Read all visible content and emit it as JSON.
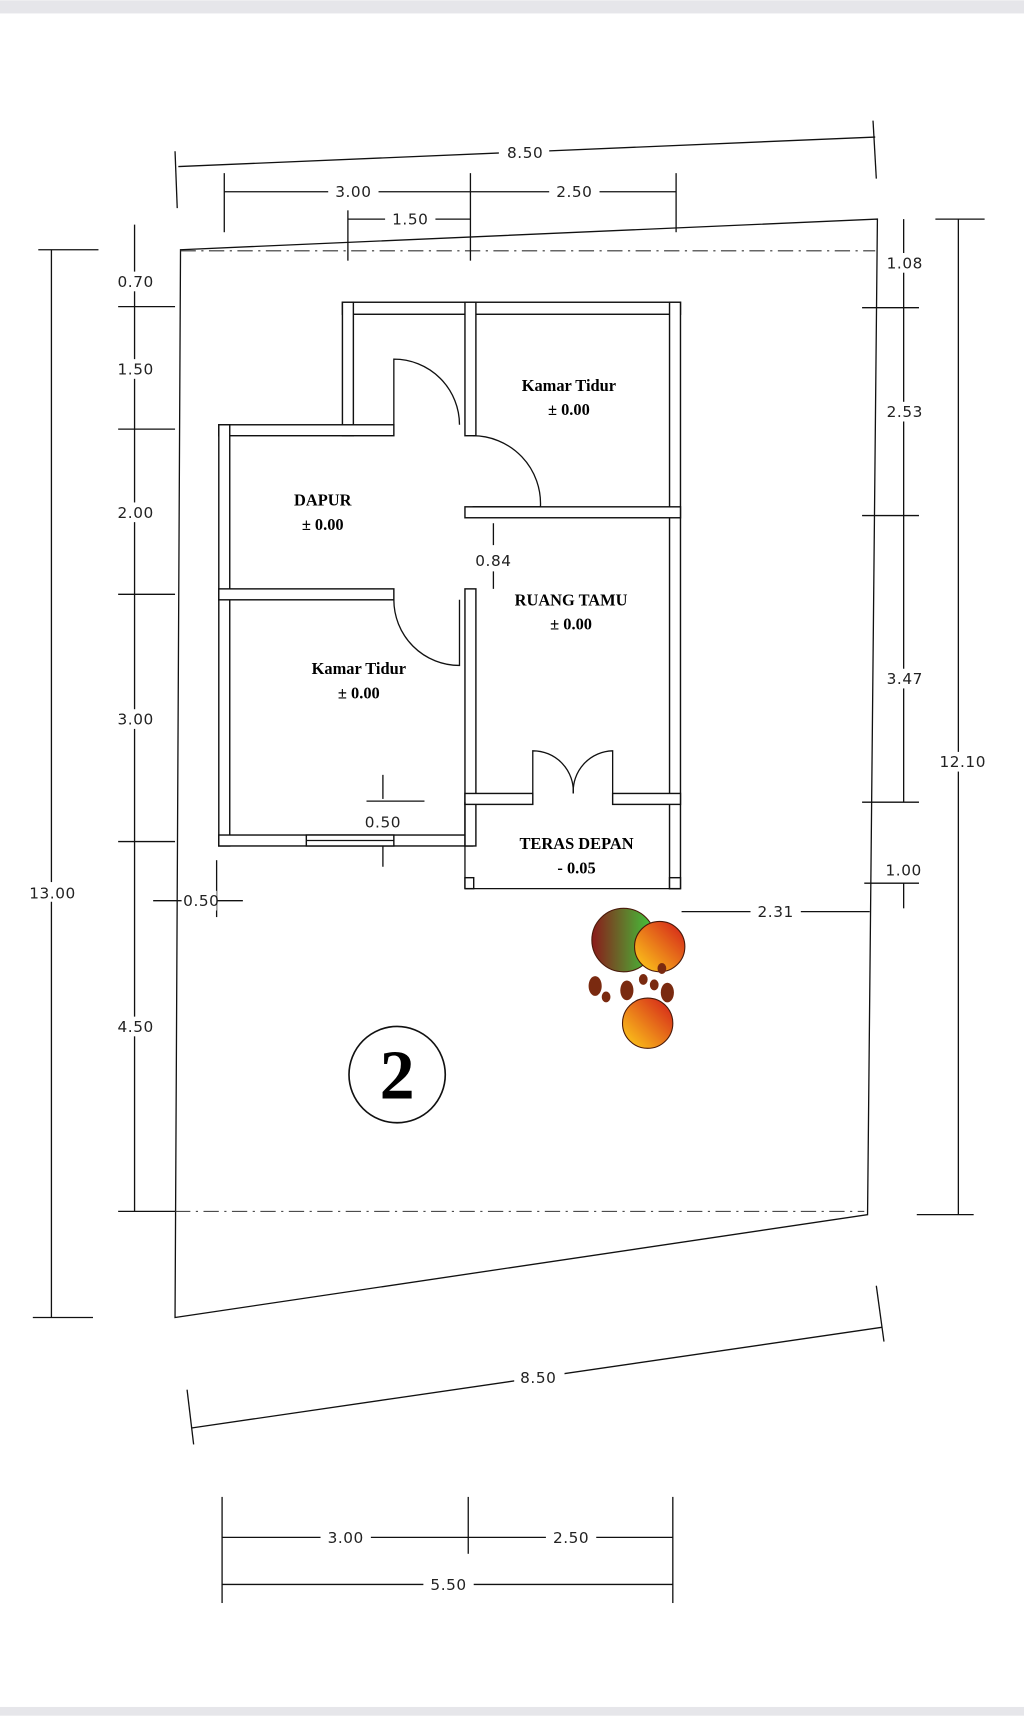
{
  "plan": {
    "sheet_number": "2",
    "rooms": [
      {
        "name": "Kamar Tidur",
        "level": "± 0.00"
      },
      {
        "name": "DAPUR",
        "level": "± 0.00"
      },
      {
        "name": "RUANG TAMU",
        "level": "± 0.00"
      },
      {
        "name": "Kamar Tidur",
        "level": "± 0.00"
      },
      {
        "name": "TERAS DEPAN",
        "level": "- 0.05"
      }
    ],
    "dimensions": {
      "top_total": "8.50",
      "top_left": "3.00",
      "top_right": "2.50",
      "top_sub": "1.50",
      "left_total": "13.00",
      "left_chain": [
        "0.70",
        "1.50",
        "2.00",
        "3.00",
        "4.50"
      ],
      "right_total": "12.10",
      "right_chain": [
        "1.08",
        "2.53",
        "3.47",
        "1.00"
      ],
      "corridor": "0.84",
      "window": "0.50",
      "side_setback": "0.50",
      "terrace_offset": "2.31",
      "bottom_total": "8.50",
      "bottom_left": "3.00",
      "bottom_right": "2.50",
      "bottom_sum": "5.50"
    }
  }
}
